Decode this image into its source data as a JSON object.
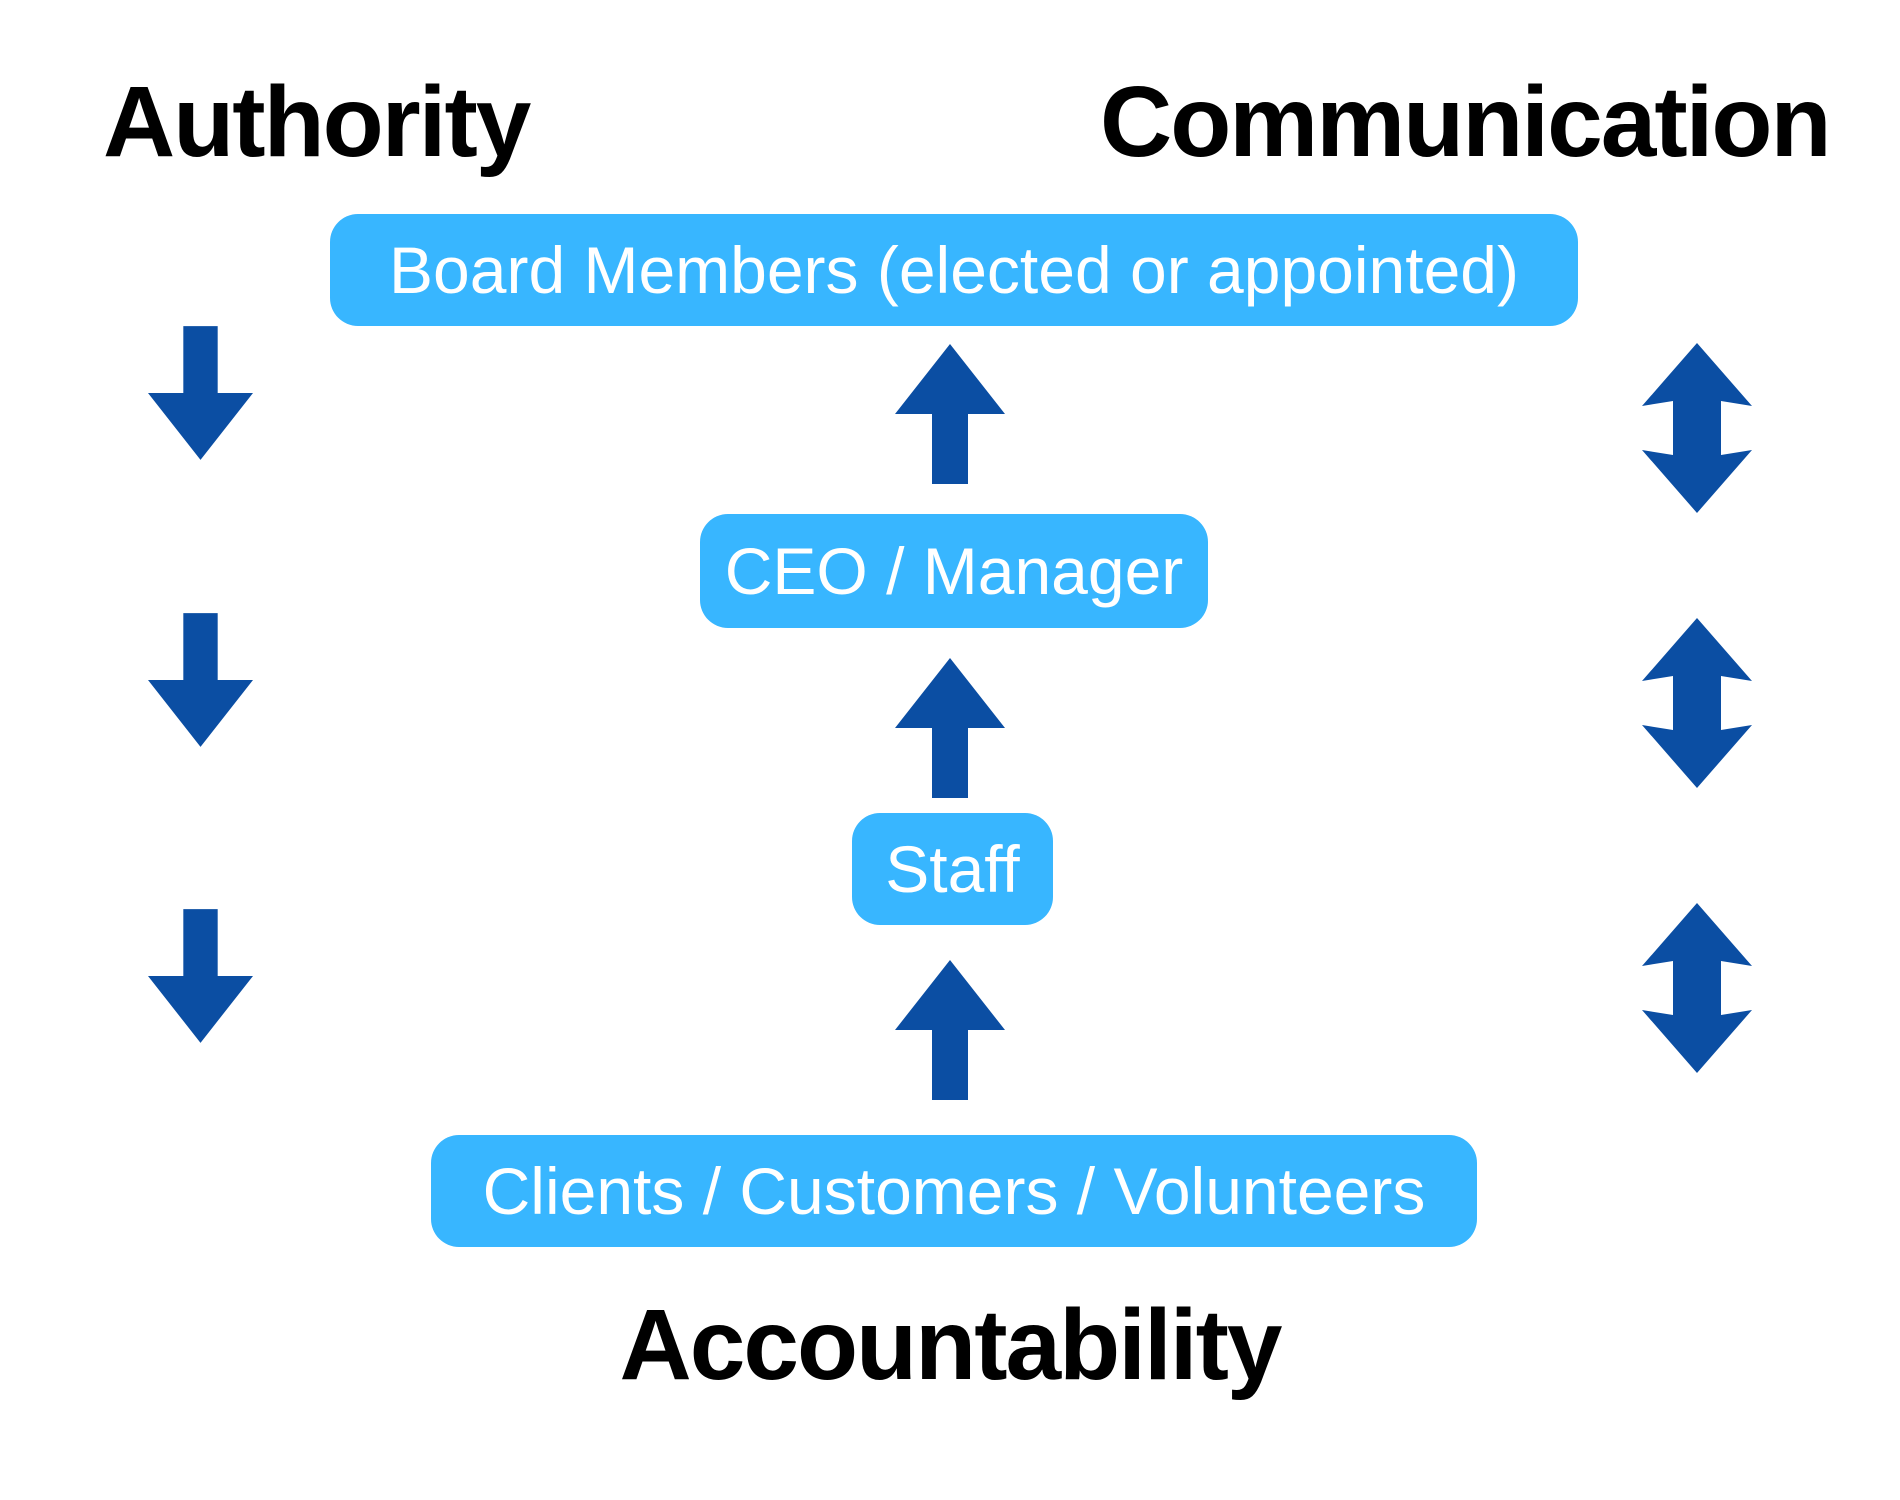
{
  "canvas": {
    "colors": {
      "background": "#ffffff",
      "box_color": "#38B6FF",
      "box_text_color": "#ffffff",
      "arrow_color": "#0B4EA3",
      "heading_color": "#000000"
    }
  },
  "headings": {
    "authority": "Authority",
    "communication": "Communication",
    "accountability": "Accountability"
  },
  "boxes": [
    {
      "id": "board",
      "label": "Board Members (elected or appointed)"
    },
    {
      "id": "ceo",
      "label": "CEO / Manager"
    },
    {
      "id": "staff",
      "label": "Staff"
    },
    {
      "id": "clients",
      "label": "Clients / Customers / Volunteers"
    }
  ],
  "arrows": {
    "left_column": {
      "icon": "down-arrow-icon",
      "direction": "down",
      "count": 3
    },
    "center_column": {
      "icon": "up-arrow-icon",
      "direction": "up",
      "count": 3
    },
    "right_column": {
      "icon": "double-ended-arrow-icon",
      "direction": "up-and-down",
      "count": 3
    }
  }
}
